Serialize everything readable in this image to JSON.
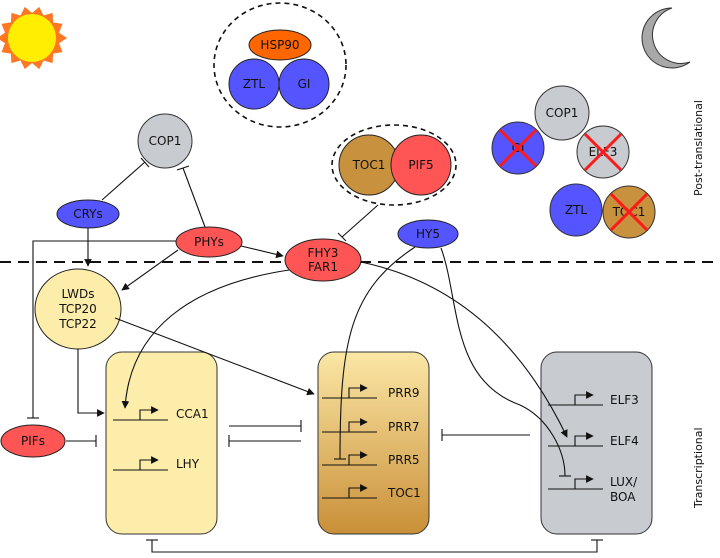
{
  "labels": {
    "post_translational": "Post-translational",
    "transcriptional": "Transcriptional"
  },
  "icons": {
    "sun": "sun-icon",
    "moon": "moon-icon"
  },
  "colors": {
    "red": "#ff5555",
    "blue": "#5555ff",
    "gray": "#c8cbd0",
    "brown": "#c8913e",
    "orange": "#ff6600",
    "light_yellow": "#fdedaa",
    "cross": "#ff1a1a"
  },
  "complexes": {
    "hsp90_complex": {
      "hsp90": "HSP90",
      "ztl": "ZTL",
      "gi": "GI"
    },
    "toc1_pif5": {
      "toc1": "TOC1",
      "pif5": "PIF5"
    }
  },
  "nodes": {
    "cop1": "COP1",
    "crys": "CRYs",
    "phys": "PHYs",
    "fhy3_far1": [
      "FHY3",
      "FAR1"
    ],
    "hy5": "HY5",
    "lwds": [
      "LWDs",
      "TCP20",
      "TCP22"
    ],
    "pifs": "PIFs"
  },
  "night": {
    "cop1": "COP1",
    "gi": "GI",
    "elf3": "ELF3",
    "ztl": "ZTL",
    "toc1": "TOC1"
  },
  "boxes": {
    "morning": {
      "genes": [
        "CCA1",
        "LHY"
      ]
    },
    "day": {
      "genes": [
        "PRR9",
        "PRR7",
        "PRR5",
        "TOC1"
      ]
    },
    "evening": {
      "genes": [
        "ELF3",
        "ELF4",
        "LUX/",
        "BOA"
      ]
    }
  }
}
